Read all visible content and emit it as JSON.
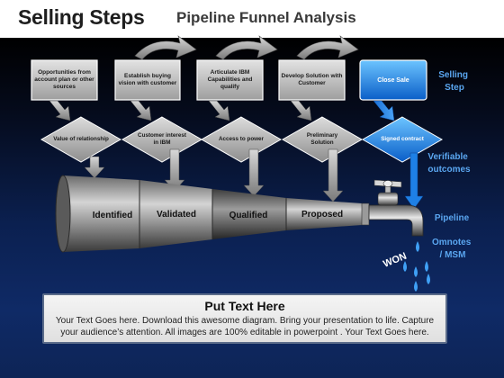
{
  "title": {
    "main": "Selling Steps",
    "sub": "Pipeline Funnel Analysis"
  },
  "steps": [
    {
      "label": "Opportunities from account plan or other sources"
    },
    {
      "label": "Establish buying vision with customer"
    },
    {
      "label": "Articulate IBM Capabilities and qualify"
    },
    {
      "label": "Develop Solution with Customer"
    },
    {
      "label": "Close Sale"
    }
  ],
  "outcomes": [
    {
      "label": "Value of relationship"
    },
    {
      "label": "Customer interest in IBM"
    },
    {
      "label": "Access to power"
    },
    {
      "label": "Preliminary Solution"
    },
    {
      "label": "Signed contract"
    }
  ],
  "funnel_stages": [
    {
      "label": "Identified"
    },
    {
      "label": "Validated"
    },
    {
      "label": "Qualified"
    },
    {
      "label": "Proposed"
    }
  ],
  "side_labels": {
    "selling_step": "Selling Step",
    "verifiable_outcomes": "Verifiable outcomes",
    "pipeline": "Pipeline",
    "omnotes": "Omnotes / MSM",
    "won": "WON"
  },
  "text_box": {
    "title": "Put Text Here",
    "body": "Your Text Goes here. Download this awesome diagram. Bring your presentation to life. Capture your audience’s attention. All images are 100% editable in powerpoint . Your Text Goes here."
  },
  "colors": {
    "step_box": "#c4c4c4",
    "close_sale": "#1e7be0",
    "signed_contract": "#2a86e6",
    "outcome_diamond": "#b8b8b8",
    "label_accent": "#5aa6f0",
    "funnel_gray": "#8a8a8a"
  }
}
